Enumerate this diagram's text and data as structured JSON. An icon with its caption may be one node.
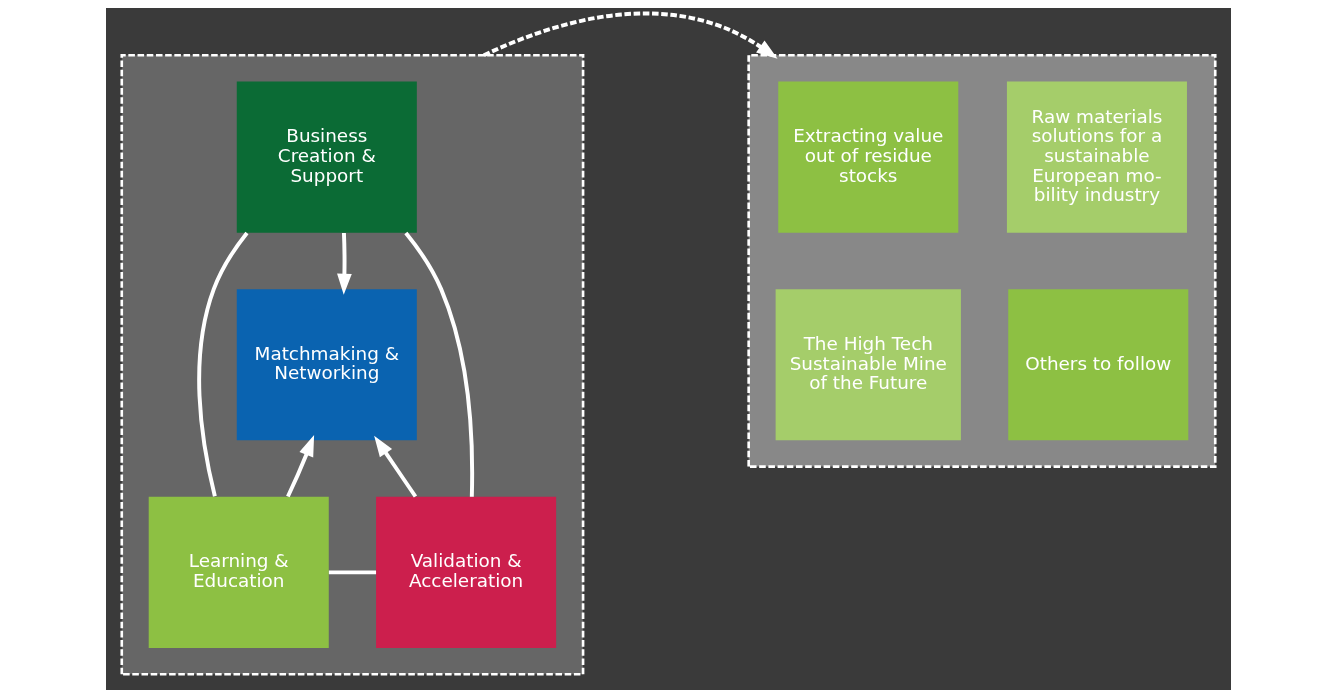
{
  "diagram": {
    "nodes": [
      {
        "text": [],
        "shape": "box"
      },
      {
        "text": [
          "Business Creation & Support"
        ],
        "in": 0
      },
      {
        "text": [
          "Matchmaking & Networking"
        ],
        "in": 0
      },
      {
        "text": [
          "Learning & Education"
        ],
        "in": 0
      },
      {
        "text": [
          "Validation & Acceleration"
        ],
        "in": 0
      },
      {
        "text": [],
        "shape": "box"
      },
      {
        "text": [
          "Extracting value out of residue stocks"
        ],
        "in": 5
      },
      {
        "text": [
          "Raw materials solutions for a sustainable European mo- bility industry"
        ],
        "in": 5
      },
      {
        "text": [
          "The High Tech Sustainable Mine of the Future"
        ],
        "in": 5
      },
      {
        "text": [
          "Others to follow"
        ],
        "in": 5
      }
    ],
    "edges": [
      {
        "from": 1,
        "to": 2,
        "arrow": "to"
      },
      {
        "from": 3,
        "to": 2,
        "arrow": "to"
      },
      {
        "from": 4,
        "to": 2,
        "arrow": "to"
      },
      {
        "from": 3,
        "to": 1,
        "arrow": "none"
      },
      {
        "from": 1,
        "to": 4,
        "arrow": "none"
      },
      {
        "from": 3,
        "to": 4,
        "arrow": "none"
      },
      {
        "from": 0,
        "to": 5,
        "arrow": "to",
        "style": "dashed"
      }
    ]
  }
}
